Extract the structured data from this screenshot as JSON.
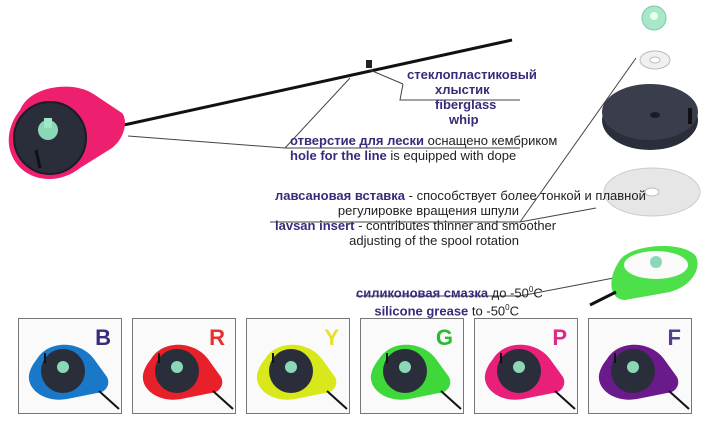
{
  "labels": {
    "whip_ru_1": "стеклопластиковый",
    "whip_ru_2": "хлыстик",
    "whip_en_1": "fiberglass",
    "whip_en_2": "whip",
    "hole_ru_bold": "отверстие для лески",
    "hole_ru_rest": " оснащено кембриком",
    "hole_en_bold": "hole for the line",
    "hole_en_rest": " is equipped with dope",
    "lavsan_ru_bold": "лавсановая вставка",
    "lavsan_ru_rest": " - способствует более тонкой и плавной",
    "lavsan_ru_2": "регулировке вращения шпули",
    "lavsan_en_bold": "lavsan insert",
    "lavsan_en_rest": " - contributes thinner and smoother",
    "lavsan_en_2": "adjusting of the spool rotation",
    "grease_ru_bold": "силиконовая смазка",
    "grease_ru_rest": " до -50",
    "grease_ru_unit": "C",
    "grease_en_bold": "silicone grease",
    "grease_en_rest": " to -50",
    "grease_en_unit": "C",
    "degree": "0"
  },
  "variants": [
    {
      "letter": "B",
      "body": "#1a78c8",
      "letter_color": "#3a2a7a"
    },
    {
      "letter": "R",
      "body": "#e8202a",
      "letter_color": "#e83030"
    },
    {
      "letter": "Y",
      "body": "#d8e81a",
      "letter_color": "#e8e030"
    },
    {
      "letter": "G",
      "body": "#3ed83a",
      "letter_color": "#30b830"
    },
    {
      "letter": "P",
      "body": "#e8207a",
      "letter_color": "#e02a8a"
    },
    {
      "letter": "F",
      "body": "#6a1a8a",
      "letter_color": "#5a3a8a"
    }
  ],
  "colors": {
    "main_body": "#ee1f6f",
    "spool": "#2a2d3a",
    "insert": "#e6e6e6",
    "green_reel": "#4ee04a",
    "knob": "#8ad8b8"
  }
}
